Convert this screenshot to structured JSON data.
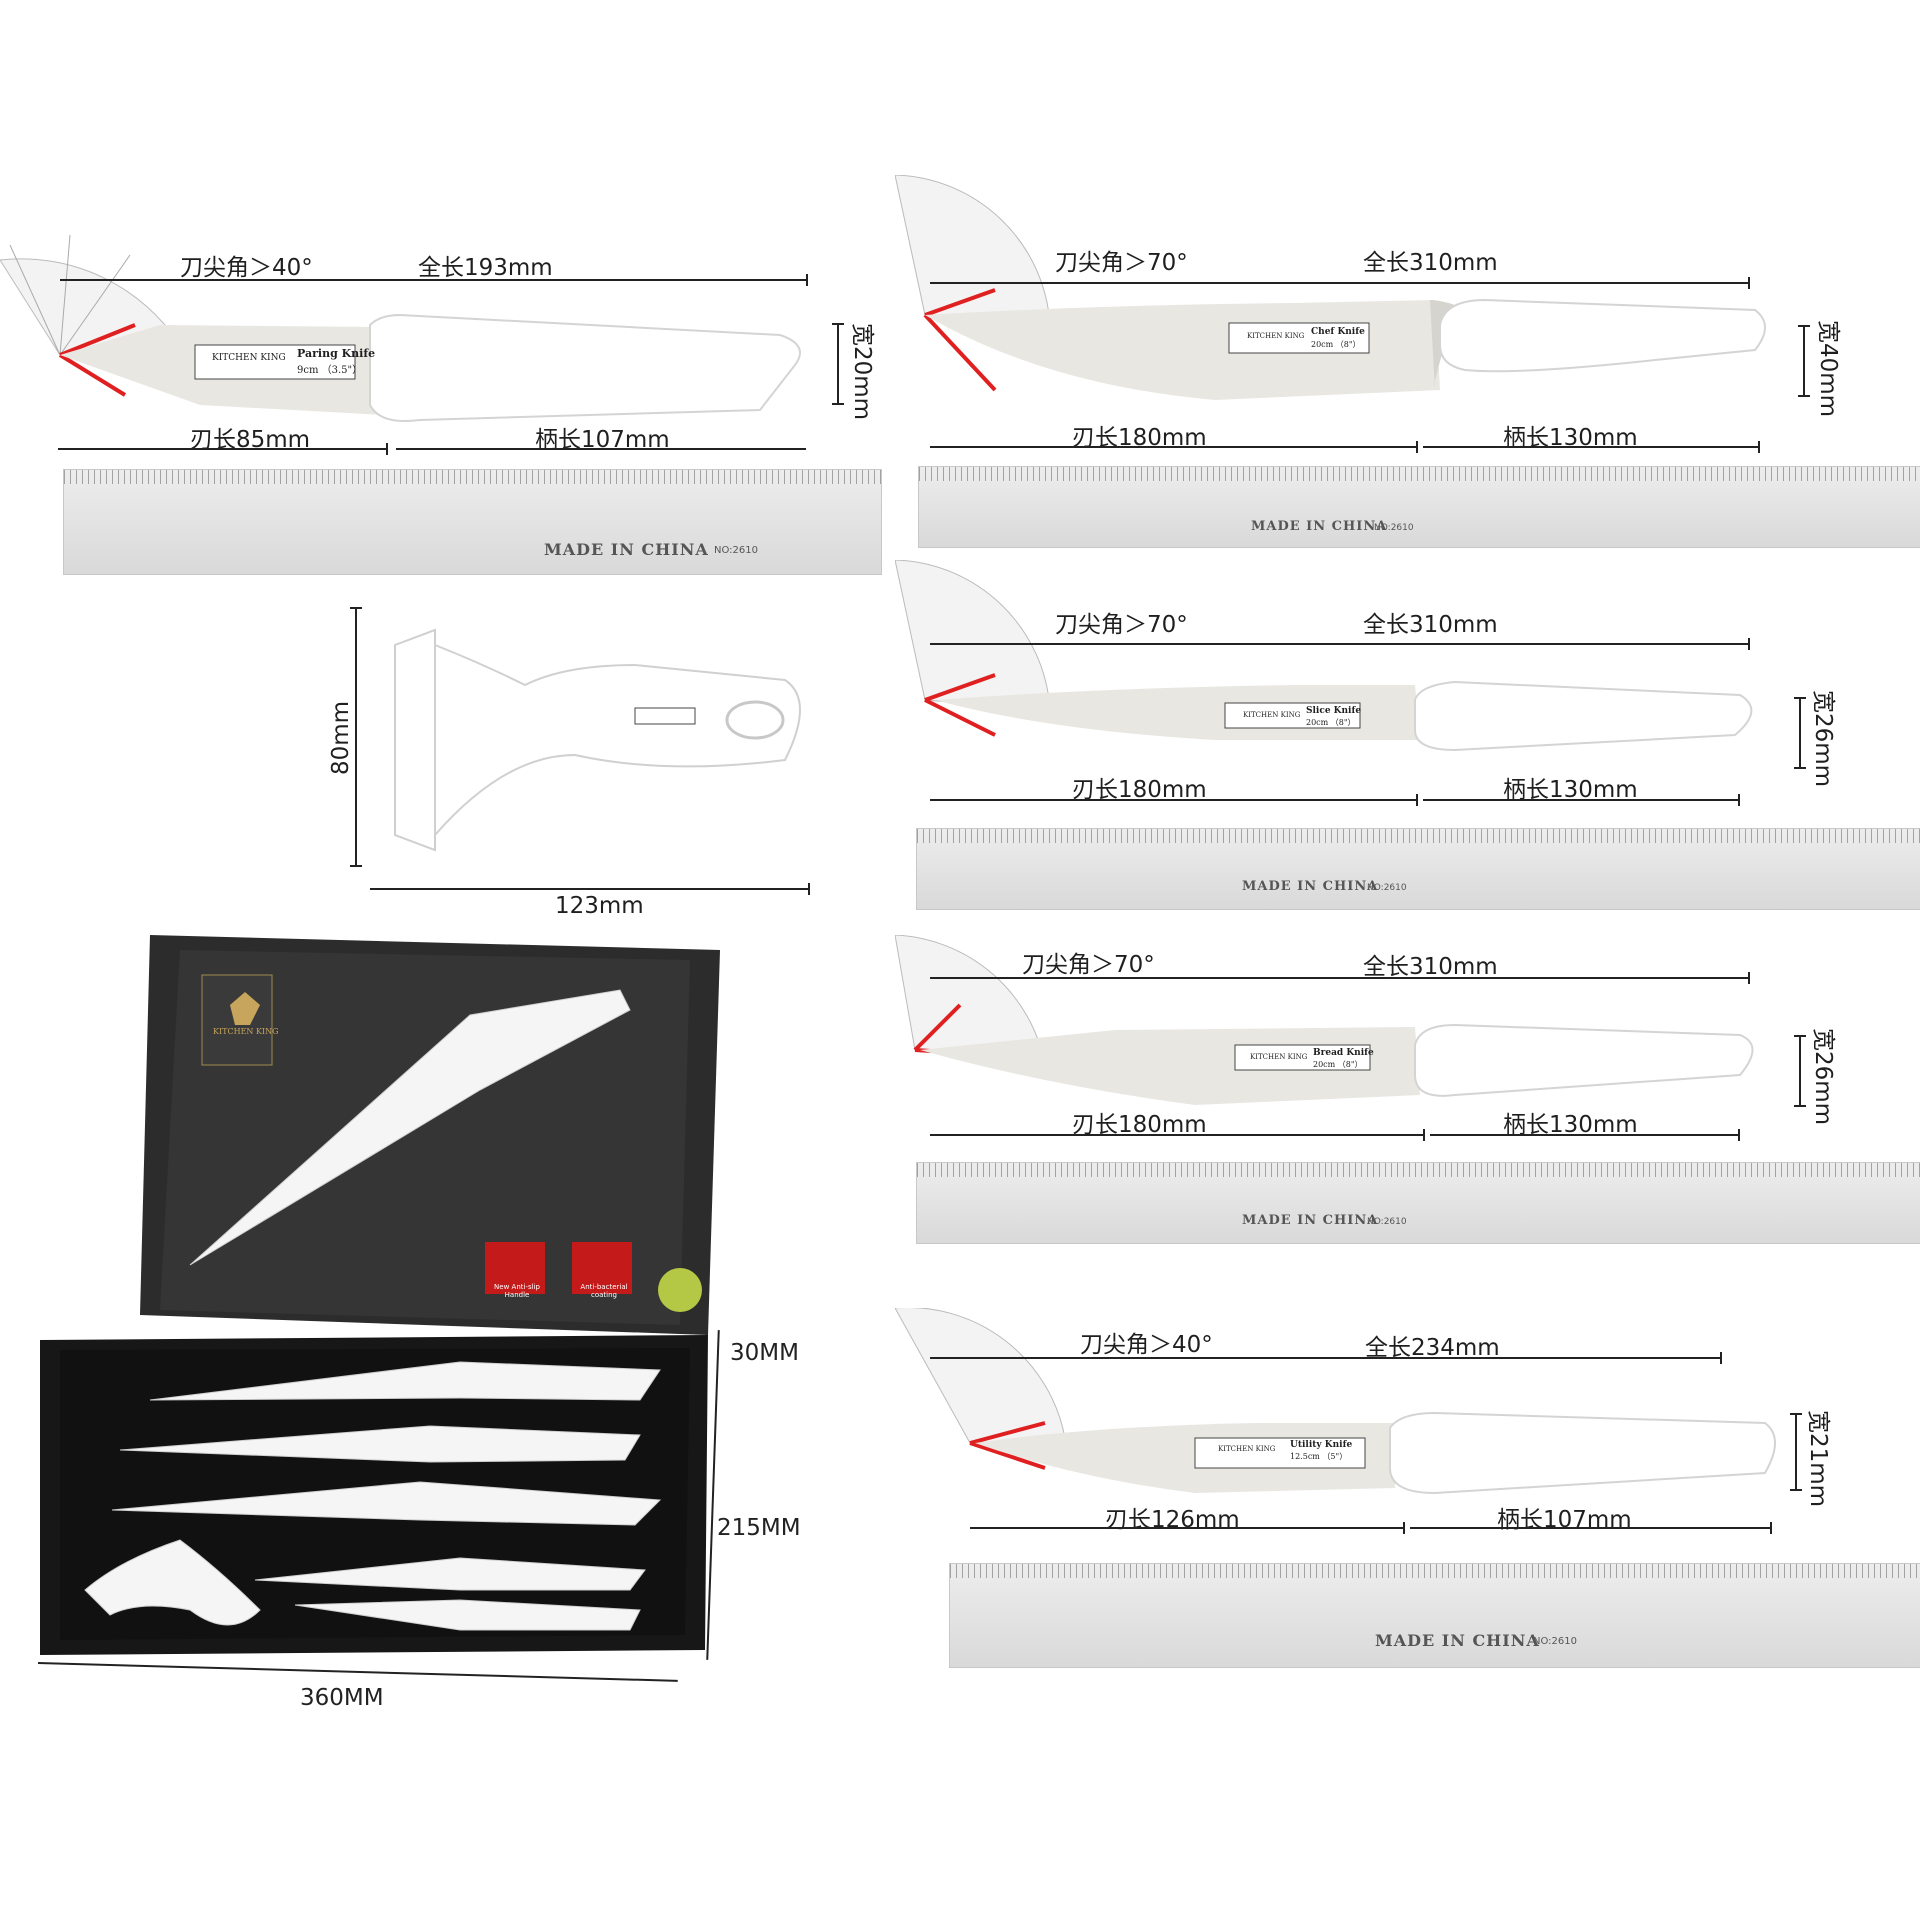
{
  "colors": {
    "blade": "#eceae4",
    "speckle": "#333333",
    "handle": "#ffffff",
    "angle": "#e02020",
    "box": "#1b1b1b"
  },
  "paring": {
    "angle": "刀尖角＞40°",
    "total": "全长193mm",
    "width": "宽20mm",
    "blade": "刃长85mm",
    "handle": "柄长107mm",
    "label_name": "Paring Knife",
    "label_size": "9cm （3.5\"）"
  },
  "chef": {
    "angle": "刀尖角＞70°",
    "total": "全长310mm",
    "width": "宽40mm",
    "blade": "刃长180mm",
    "handle": "柄长130mm",
    "label_name": "Chef Knife",
    "label_size": "20cm （8\"）"
  },
  "slice": {
    "angle": "刀尖角＞70°",
    "total": "全长310mm",
    "width": "宽26mm",
    "blade": "刃长180mm",
    "handle": "柄长130mm",
    "label_name": "Slice Knife",
    "label_size": "20cm （8\"）"
  },
  "bread": {
    "angle": "刀尖角＞70°",
    "total": "全长310mm",
    "width": "宽26mm",
    "blade": "刃长180mm",
    "handle": "柄长130mm",
    "label_name": "Bread Knife",
    "label_size": "20cm （8\"）"
  },
  "utility": {
    "angle": "刀尖角＞40°",
    "total": "全长234mm",
    "width": "宽21mm",
    "blade": "刃长126mm",
    "handle": "柄长107mm",
    "label_name": "Utility Knife",
    "label_size": "12.5cm （5\"）"
  },
  "peeler": {
    "height": "80mm",
    "width": "123mm"
  },
  "box": {
    "depth": "30MM",
    "height": "215MM",
    "width": "360MM",
    "brand": "KITCHEN KING",
    "badge1": "New Anti-slip Handle",
    "badge2": "Anti-bacterial coating"
  },
  "brand_label": "KITCHEN KING",
  "ruler": {
    "brand": "MADE IN CHINA",
    "no": "NO:2610"
  }
}
